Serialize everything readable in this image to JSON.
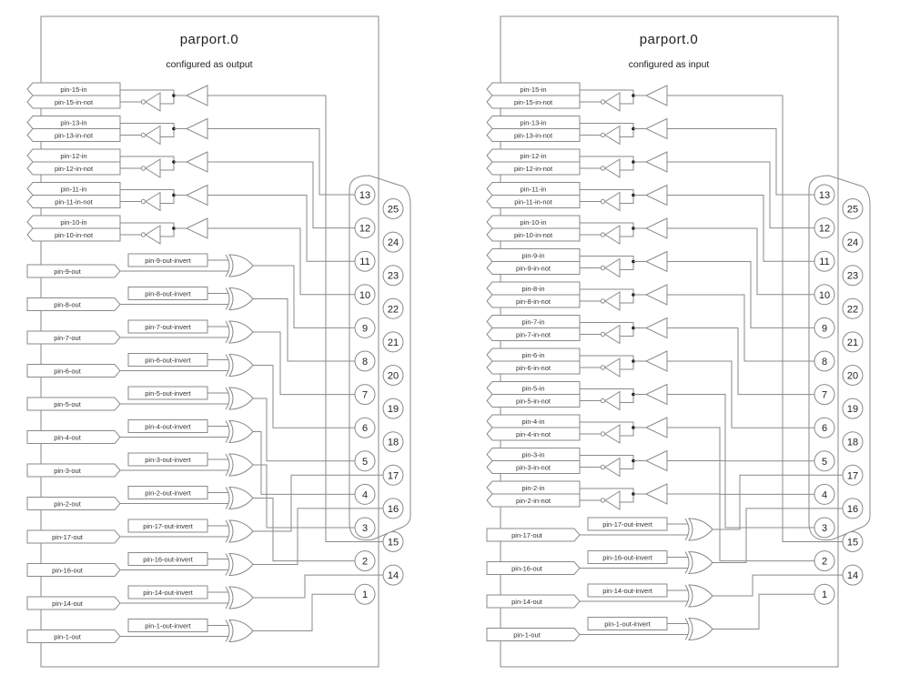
{
  "panels": [
    {
      "id": "output",
      "title": "parport.0",
      "subtitle": "configured as output",
      "inputs": [
        {
          "pin": 15,
          "in": "pin-15-in",
          "not": "pin-15-in-not"
        },
        {
          "pin": 13,
          "in": "pin-13-in",
          "not": "pin-13-in-not"
        },
        {
          "pin": 12,
          "in": "pin-12-in",
          "not": "pin-12-in-not"
        },
        {
          "pin": 11,
          "in": "pin-11-in",
          "not": "pin-11-in-not"
        },
        {
          "pin": 10,
          "in": "pin-10-in",
          "not": "pin-10-in-not"
        }
      ],
      "outputs": [
        {
          "pin": 9,
          "out": "pin-9-out",
          "invert": "pin-9-out-invert"
        },
        {
          "pin": 8,
          "out": "pin-8-out",
          "invert": "pin-8-out-invert"
        },
        {
          "pin": 7,
          "out": "pin-7-out",
          "invert": "pin-7-out-invert"
        },
        {
          "pin": 6,
          "out": "pin-6-out",
          "invert": "pin-6-out-invert"
        },
        {
          "pin": 5,
          "out": "pin-5-out",
          "invert": "pin-5-out-invert"
        },
        {
          "pin": 4,
          "out": "pin-4-out",
          "invert": "pin-4-out-invert"
        },
        {
          "pin": 3,
          "out": "pin-3-out",
          "invert": "pin-3-out-invert"
        },
        {
          "pin": 2,
          "out": "pin-2-out",
          "invert": "pin-2-out-invert"
        },
        {
          "pin": 17,
          "out": "pin-17-out",
          "invert": "pin-17-out-invert"
        },
        {
          "pin": 16,
          "out": "pin-16-out",
          "invert": "pin-16-out-invert"
        },
        {
          "pin": 14,
          "out": "pin-14-out",
          "invert": "pin-14-out-invert"
        },
        {
          "pin": 1,
          "out": "pin-1-out",
          "invert": "pin-1-out-invert"
        }
      ]
    },
    {
      "id": "input",
      "title": "parport.0",
      "subtitle": "configured as input",
      "inputs": [
        {
          "pin": 15,
          "in": "pin-15-in",
          "not": "pin-15-in-not"
        },
        {
          "pin": 13,
          "in": "pin-13-in",
          "not": "pin-13-in-not"
        },
        {
          "pin": 12,
          "in": "pin-12-in",
          "not": "pin-12-in-not"
        },
        {
          "pin": 11,
          "in": "pin-11-in",
          "not": "pin-11-in-not"
        },
        {
          "pin": 10,
          "in": "pin-10-in",
          "not": "pin-10-in-not"
        },
        {
          "pin": 9,
          "in": "pin-9-in",
          "not": "pin-9-in-not"
        },
        {
          "pin": 8,
          "in": "pin-8-in",
          "not": "pin-8-in-not"
        },
        {
          "pin": 7,
          "in": "pin-7-in",
          "not": "pin-7-in-not"
        },
        {
          "pin": 6,
          "in": "pin-6-in",
          "not": "pin-6-in-not"
        },
        {
          "pin": 5,
          "in": "pin-5-in",
          "not": "pin-5-in-not"
        },
        {
          "pin": 4,
          "in": "pin-4-in",
          "not": "pin-4-in-not"
        },
        {
          "pin": 3,
          "in": "pin-3-in",
          "not": "pin-3-in-not"
        },
        {
          "pin": 2,
          "in": "pin-2-in",
          "not": "pin-2-in-not"
        }
      ],
      "outputs": [
        {
          "pin": 17,
          "out": "pin-17-out",
          "invert": "pin-17-out-invert"
        },
        {
          "pin": 16,
          "out": "pin-16-out",
          "invert": "pin-16-out-invert"
        },
        {
          "pin": 14,
          "out": "pin-14-out",
          "invert": "pin-14-out-invert"
        },
        {
          "pin": 1,
          "out": "pin-1-out",
          "invert": "pin-1-out-invert"
        }
      ]
    }
  ],
  "connector": {
    "top_row": [
      13,
      12,
      11,
      10,
      9,
      8,
      7,
      6,
      5,
      4,
      3,
      2,
      1
    ],
    "bottom_row": [
      25,
      24,
      23,
      22,
      21,
      20,
      19,
      18,
      17,
      16,
      15,
      14
    ]
  }
}
